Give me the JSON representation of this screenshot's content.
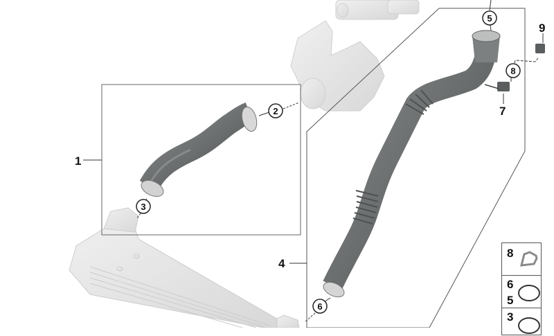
{
  "diagram": {
    "type": "exploded-parts-diagram",
    "subject": "charge air (intercooler) duct assembly",
    "callouts": [
      {
        "id": "1",
        "style": "plain",
        "label": "1"
      },
      {
        "id": "2",
        "style": "circled",
        "label": "2"
      },
      {
        "id": "3",
        "style": "circled",
        "label": "3"
      },
      {
        "id": "4",
        "style": "plain",
        "label": "4"
      },
      {
        "id": "5",
        "style": "circled",
        "label": "5"
      },
      {
        "id": "6",
        "style": "circled",
        "label": "6"
      },
      {
        "id": "7",
        "style": "plain",
        "label": "7"
      },
      {
        "id": "8",
        "style": "circled",
        "label": "8"
      },
      {
        "id": "9",
        "style": "plain",
        "label": "9"
      }
    ],
    "legend": [
      {
        "labels": [
          "8"
        ],
        "part": "clamp"
      },
      {
        "labels": [
          "6",
          "5"
        ],
        "part": "o-ring"
      },
      {
        "labels": [
          "3"
        ],
        "part": "o-ring"
      }
    ],
    "colors": {
      "line": "#555555",
      "hose": "#6b6e6e",
      "hose_dark": "#4a4d4d",
      "ghost_part": "#e4e4e4",
      "ghost_outline": "#c9c9c9",
      "clamp": "#cfcfcf"
    }
  }
}
